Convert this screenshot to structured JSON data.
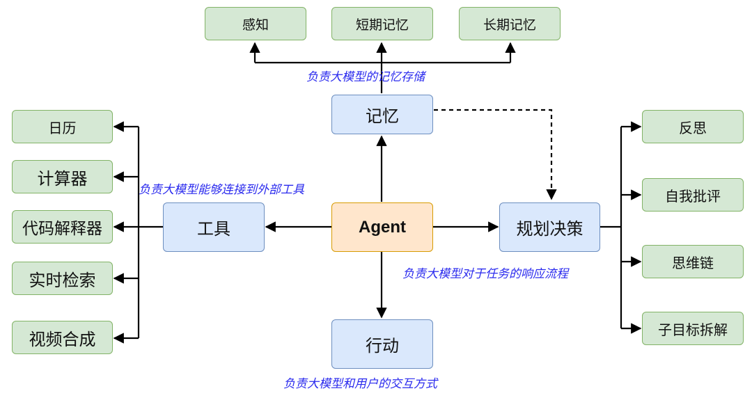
{
  "center": "Agent",
  "memory": {
    "label": "记忆",
    "note": "负责大模型的记忆存储",
    "children": [
      "感知",
      "短期记忆",
      "长期记忆"
    ]
  },
  "tools": {
    "label": "工具",
    "note": "负责大模型能够连接到外部工具",
    "children": [
      "日历",
      "计算器",
      "代码解释器",
      "实时检索",
      "视频合成"
    ]
  },
  "planning": {
    "label": "规划决策",
    "note": "负责大模型对于任务的响应流程",
    "children": [
      "反思",
      "自我批评",
      "思维链",
      "子目标拆解"
    ]
  },
  "action": {
    "label": "行动",
    "note": "负责大模型和用户的交互方式"
  },
  "colors": {
    "green_fill": "#d5e8d4",
    "green_stroke": "#82b366",
    "blue_fill": "#dae8fc",
    "blue_stroke": "#6c8ebf",
    "orange_fill": "#ffe6cc",
    "orange_stroke": "#d79b00",
    "annotation_text": "#2a2aee"
  }
}
